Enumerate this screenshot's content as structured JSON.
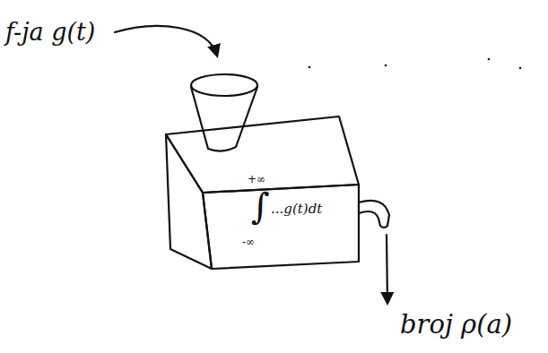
{
  "diagram": {
    "nodes": [
      {
        "text": [
          "+∞",
          "∫",
          "-∞",
          "...g(t)dt"
        ]
      }
    ],
    "labels": [
      "f-ja g(t)",
      "broj ρ(a)"
    ]
  }
}
